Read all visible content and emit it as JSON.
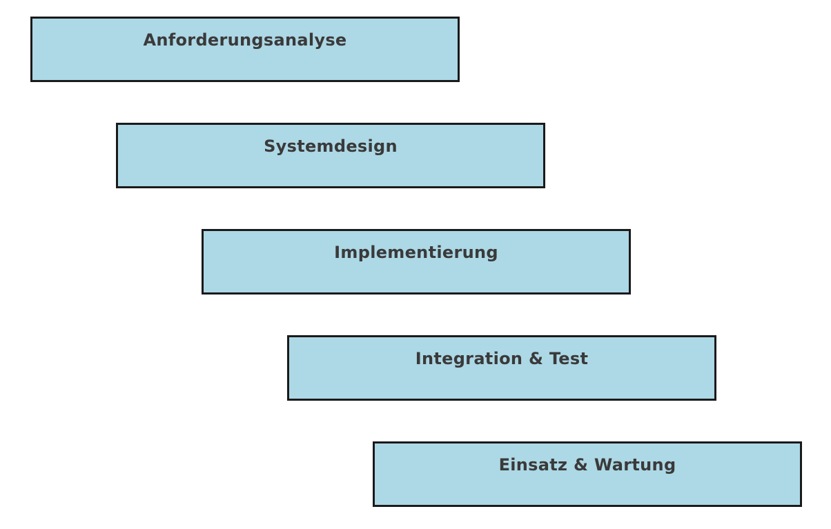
{
  "diagram": {
    "type": "waterfall-model",
    "background_color": "#ffffff",
    "box_fill_color": "#add8e6",
    "box_border_color": "#1a1a1a",
    "label_color": "#3a3a3a",
    "phases": [
      {
        "label": "Anforderungsanalyse"
      },
      {
        "label": "Systemdesign"
      },
      {
        "label": "Implementierung"
      },
      {
        "label": "Integration & Test"
      },
      {
        "label": "Einsatz & Wartung"
      }
    ]
  }
}
